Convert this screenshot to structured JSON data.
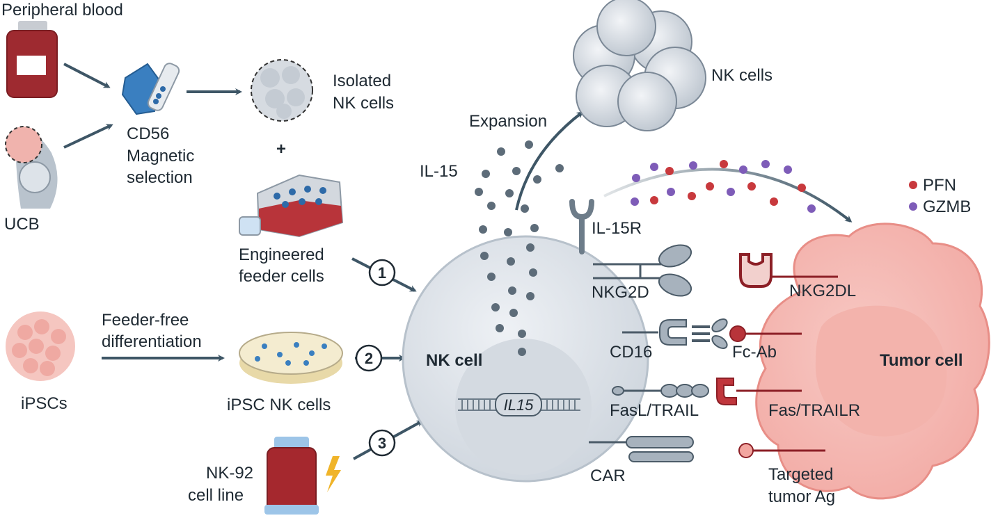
{
  "sources": {
    "peripheral_blood": "Peripheral blood",
    "ucb": "UCB",
    "ipscs": "iPSCs",
    "nk92_line1": "NK-92",
    "nk92_line2": "cell line"
  },
  "selection": {
    "line1": "CD56",
    "line2": "Magnetic",
    "line3": "selection"
  },
  "isolated": {
    "line1": "Isolated",
    "line2": "NK cells"
  },
  "plus": "+",
  "feeder": {
    "line1": "Engineered",
    "line2": "feeder cells"
  },
  "feeder_free": {
    "line1": "Feeder-free",
    "line2": "differentiation"
  },
  "ipsc_nk": "iPSC NK cells",
  "steps": [
    "1",
    "2",
    "3"
  ],
  "expansion": "Expansion",
  "nk_cells": "NK cells",
  "il15": "IL-15",
  "il15r": "IL-15R",
  "nk_cell": "NK cell",
  "gene": "IL15",
  "legend": {
    "pfn": "PFN",
    "gzmb": "GZMB",
    "pfn_color": "#c8393d",
    "gzmb_color": "#7e5cb8"
  },
  "receptors": {
    "nkg2d": "NKG2D",
    "cd16": "CD16",
    "fasl_trail": "FasL/TRAIL",
    "car": "CAR"
  },
  "ligands": {
    "nkg2dl": "NKG2DL",
    "fc_ab": "Fc-Ab",
    "fas_trailr": "Fas/TRAILR",
    "targeted1": "Targeted",
    "targeted2": "tumor Ag"
  },
  "tumor_cell": "Tumor cell",
  "colors": {
    "arrow": "#3e5666",
    "nk_cell_fill": "#dfe4ea",
    "tumor_fill": "#f6c2bd",
    "dark_red": "#8c1f26",
    "blue": "#3a7fc0"
  }
}
